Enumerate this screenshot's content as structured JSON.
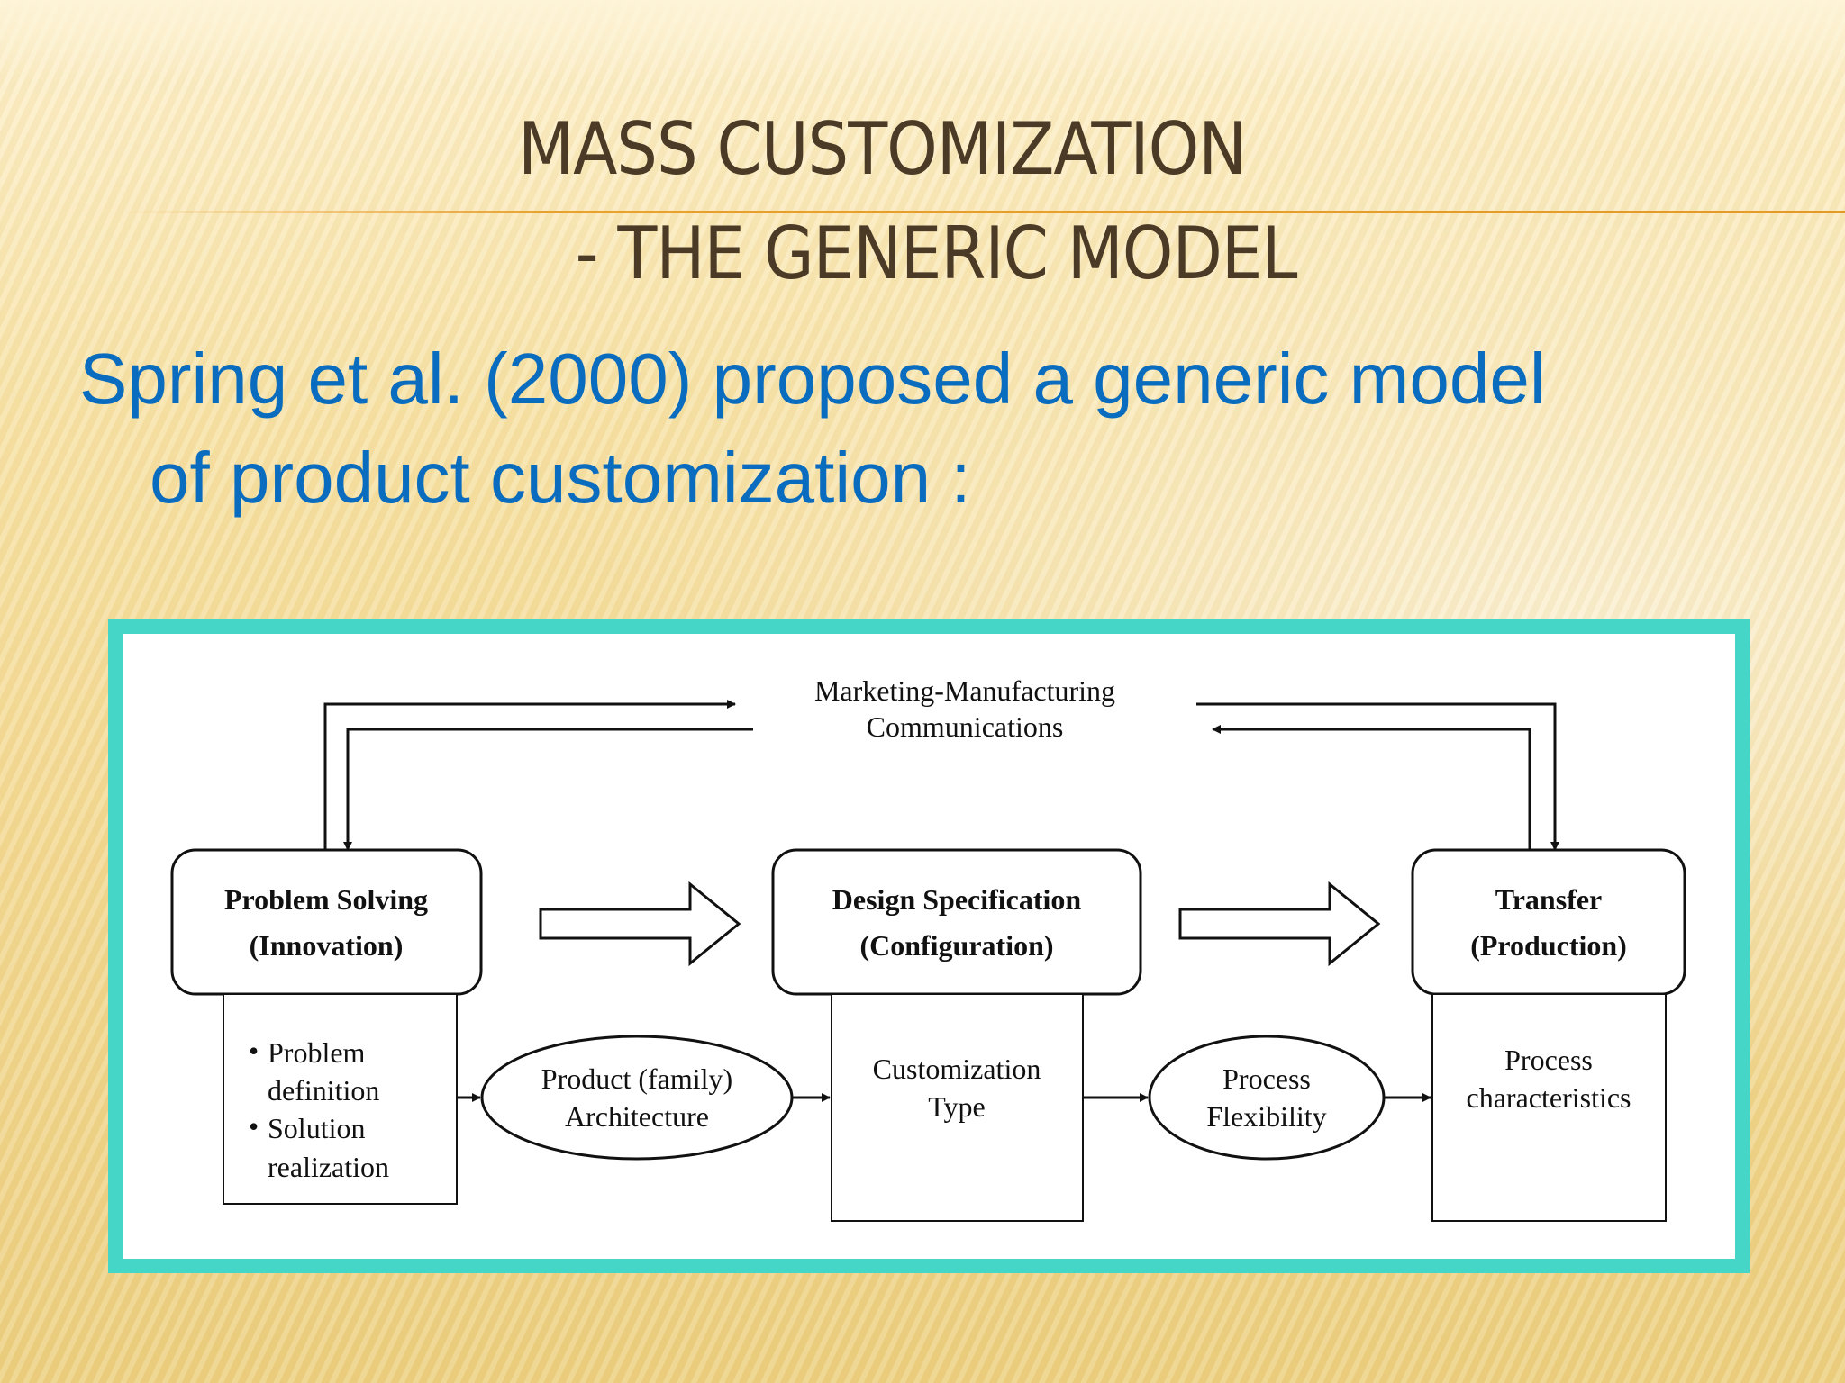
{
  "slide": {
    "title_line1": "MASS CUSTOMIZATION",
    "title_line2": "- THE GENERIC MODEL",
    "body_line1": "Spring et al. (2000) proposed a generic model",
    "body_line2": "of product customization :"
  },
  "diagram": {
    "feedback_label_line1": "Marketing-Manufacturing",
    "feedback_label_line2": "Communications",
    "stages": [
      {
        "line1": "Problem Solving",
        "line2": "(Innovation)"
      },
      {
        "line1": "Design Specification",
        "line2": "(Configuration)"
      },
      {
        "line1": "Transfer",
        "line2": "(Production)"
      }
    ],
    "stage1_bullets": [
      {
        "line1": "Problem",
        "line2": "definition"
      },
      {
        "line1": "Solution",
        "line2": "realization"
      }
    ],
    "stage2_detail": {
      "line1": "Customization",
      "line2": "Type"
    },
    "stage3_detail": {
      "line1": "Process",
      "line2": "characteristics"
    },
    "ellipse1": {
      "line1": "Product (family)",
      "line2": "Architecture"
    },
    "ellipse2": {
      "line1": "Process",
      "line2": "Flexibility"
    },
    "bullet_glyph": "•"
  },
  "colors": {
    "title": "#4a3a26",
    "body_text": "#0a6cbf",
    "frame": "#45d6c8",
    "rule": "#e8a030"
  }
}
